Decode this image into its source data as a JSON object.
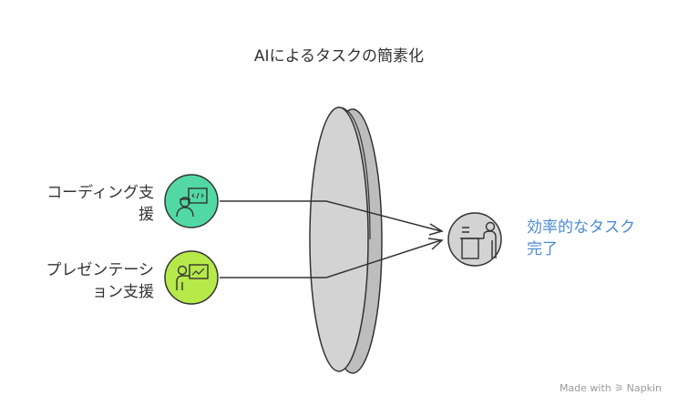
{
  "title": "AIによるタスクの簡素化",
  "inputs": [
    {
      "label_line1": "コーディング支",
      "label_line2": "援",
      "icon": "developer-code-icon",
      "color": "#52d9a3"
    },
    {
      "label_line1": "プレゼンテーシ",
      "label_line2": "ョン支援",
      "icon": "presenter-chart-icon",
      "color": "#b6e94a"
    }
  ],
  "output": {
    "label_line1": "効率的なタスク",
    "label_line2": "完了",
    "icon": "person-at-desk-icon",
    "color": "#4a8ad6"
  },
  "lens": {
    "icon": "lens-shape"
  },
  "footer": {
    "made_with": "Made with",
    "brand": "Napkin"
  }
}
